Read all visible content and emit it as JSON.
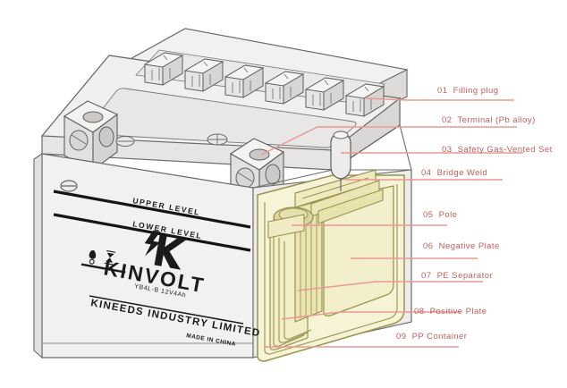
{
  "illustration": {
    "subject": "Motorcycle lead-acid battery cutaway diagram",
    "background_color": "#ffffff",
    "case_color": "#efeeec",
    "case_top_color": "#e4e3e1",
    "case_outline_color": "#6b6b6b",
    "interior_fill_color": "#f6f3d6",
    "interior_outline_color": "#9a9450",
    "plate_shade_color": "#e8e3b8",
    "callout_color": "#c0605c",
    "leader_line_color": "#e89a95"
  },
  "callouts": [
    {
      "number": "01",
      "label": "Filling plug",
      "text": "01  Filling plug"
    },
    {
      "number": "02",
      "label": "Terminal (Pb alloy)",
      "text": "02  Terminal (Pb alloy)"
    },
    {
      "number": "03",
      "label": "Safety Gas-Vented Set",
      "text": "03  Safety Gas-Vented Set"
    },
    {
      "number": "04",
      "label": "Bridge Weld",
      "text": "04  Bridge Weld"
    },
    {
      "number": "05",
      "label": "Pole",
      "text": "05  Pole"
    },
    {
      "number": "06",
      "label": "Negative Plate",
      "text": "06  Negative Plate"
    },
    {
      "number": "07",
      "label": "PE Separator",
      "text": "07  PE Separator"
    },
    {
      "number": "08",
      "label": "Positive Plate",
      "text": "08  Positive Plate"
    },
    {
      "number": "09",
      "label": "PP Container",
      "text": "09  PP Container"
    }
  ],
  "battery_label": {
    "upper_level": "UPPER LEVEL",
    "lower_level": "LOWER LEVEL",
    "brand": "KINVOLT",
    "model": "YB4L-B  12V4Ah",
    "company": "KINEEDS INDUSTRY LIMITED",
    "origin": "MADE IN CHINA"
  }
}
